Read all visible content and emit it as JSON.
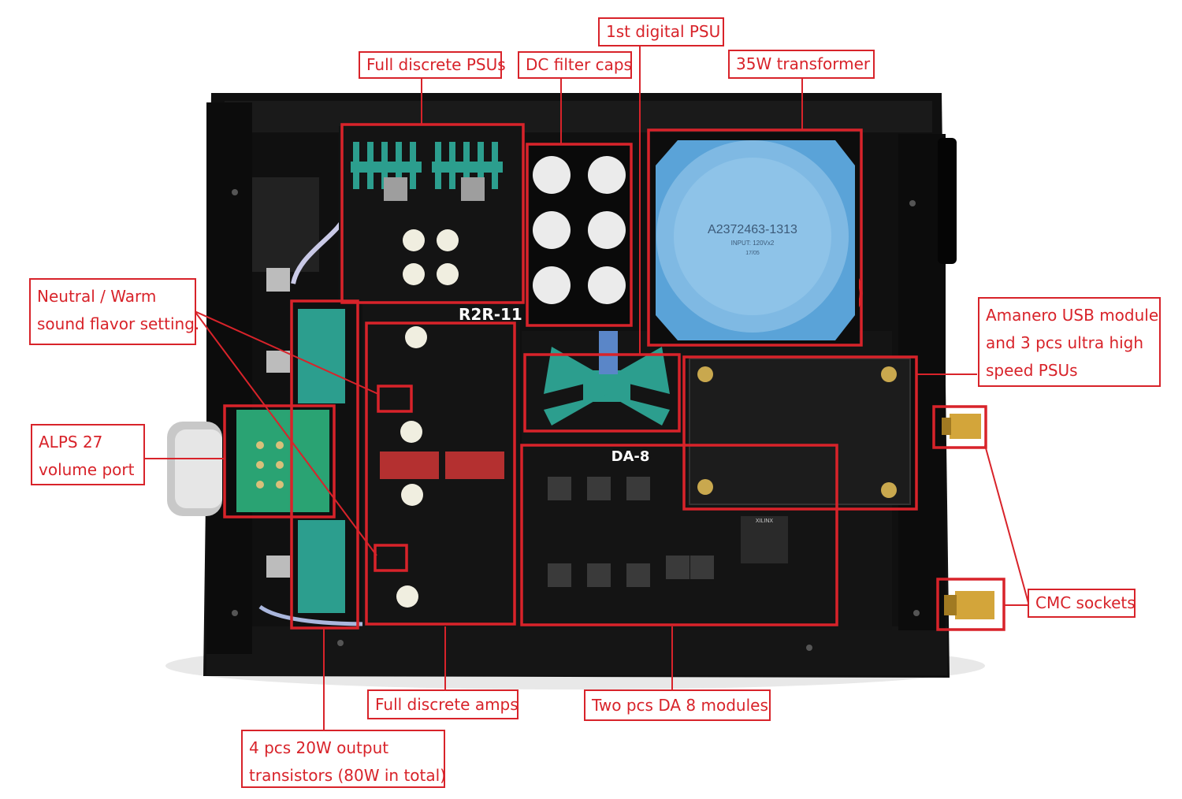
{
  "annotation_color": "#d8232a",
  "labels": {
    "full_discrete_psus": "Full discrete PSUs",
    "dc_filter_caps": "DC filter caps",
    "first_digital_psu": "1st digital PSU",
    "transformer": "35W transformer",
    "flavor_line1": "Neutral / Warm",
    "flavor_line2": "sound flavor setting.",
    "amanero_line1": "Amanero USB module",
    "amanero_line2": "and 3 pcs ultra high",
    "amanero_line3": "speed PSUs",
    "alps_line1": "ALPS 27",
    "alps_line2": "volume port",
    "cmc_sockets": "CMC sockets",
    "full_discrete_amps": "Full discrete amps",
    "da8_modules": "Two pcs DA 8 modules",
    "transistors_line1": "4 pcs 20W output",
    "transistors_line2": "transistors (80W in total)"
  },
  "board_text": {
    "r2r": "R2R-11",
    "da8": "DA-8",
    "transformer_part": "A2372463-1313",
    "transformer_input": "INPUT: 120Vx2",
    "transformer_code": "17/05",
    "fpga_brand": "XILINX"
  }
}
